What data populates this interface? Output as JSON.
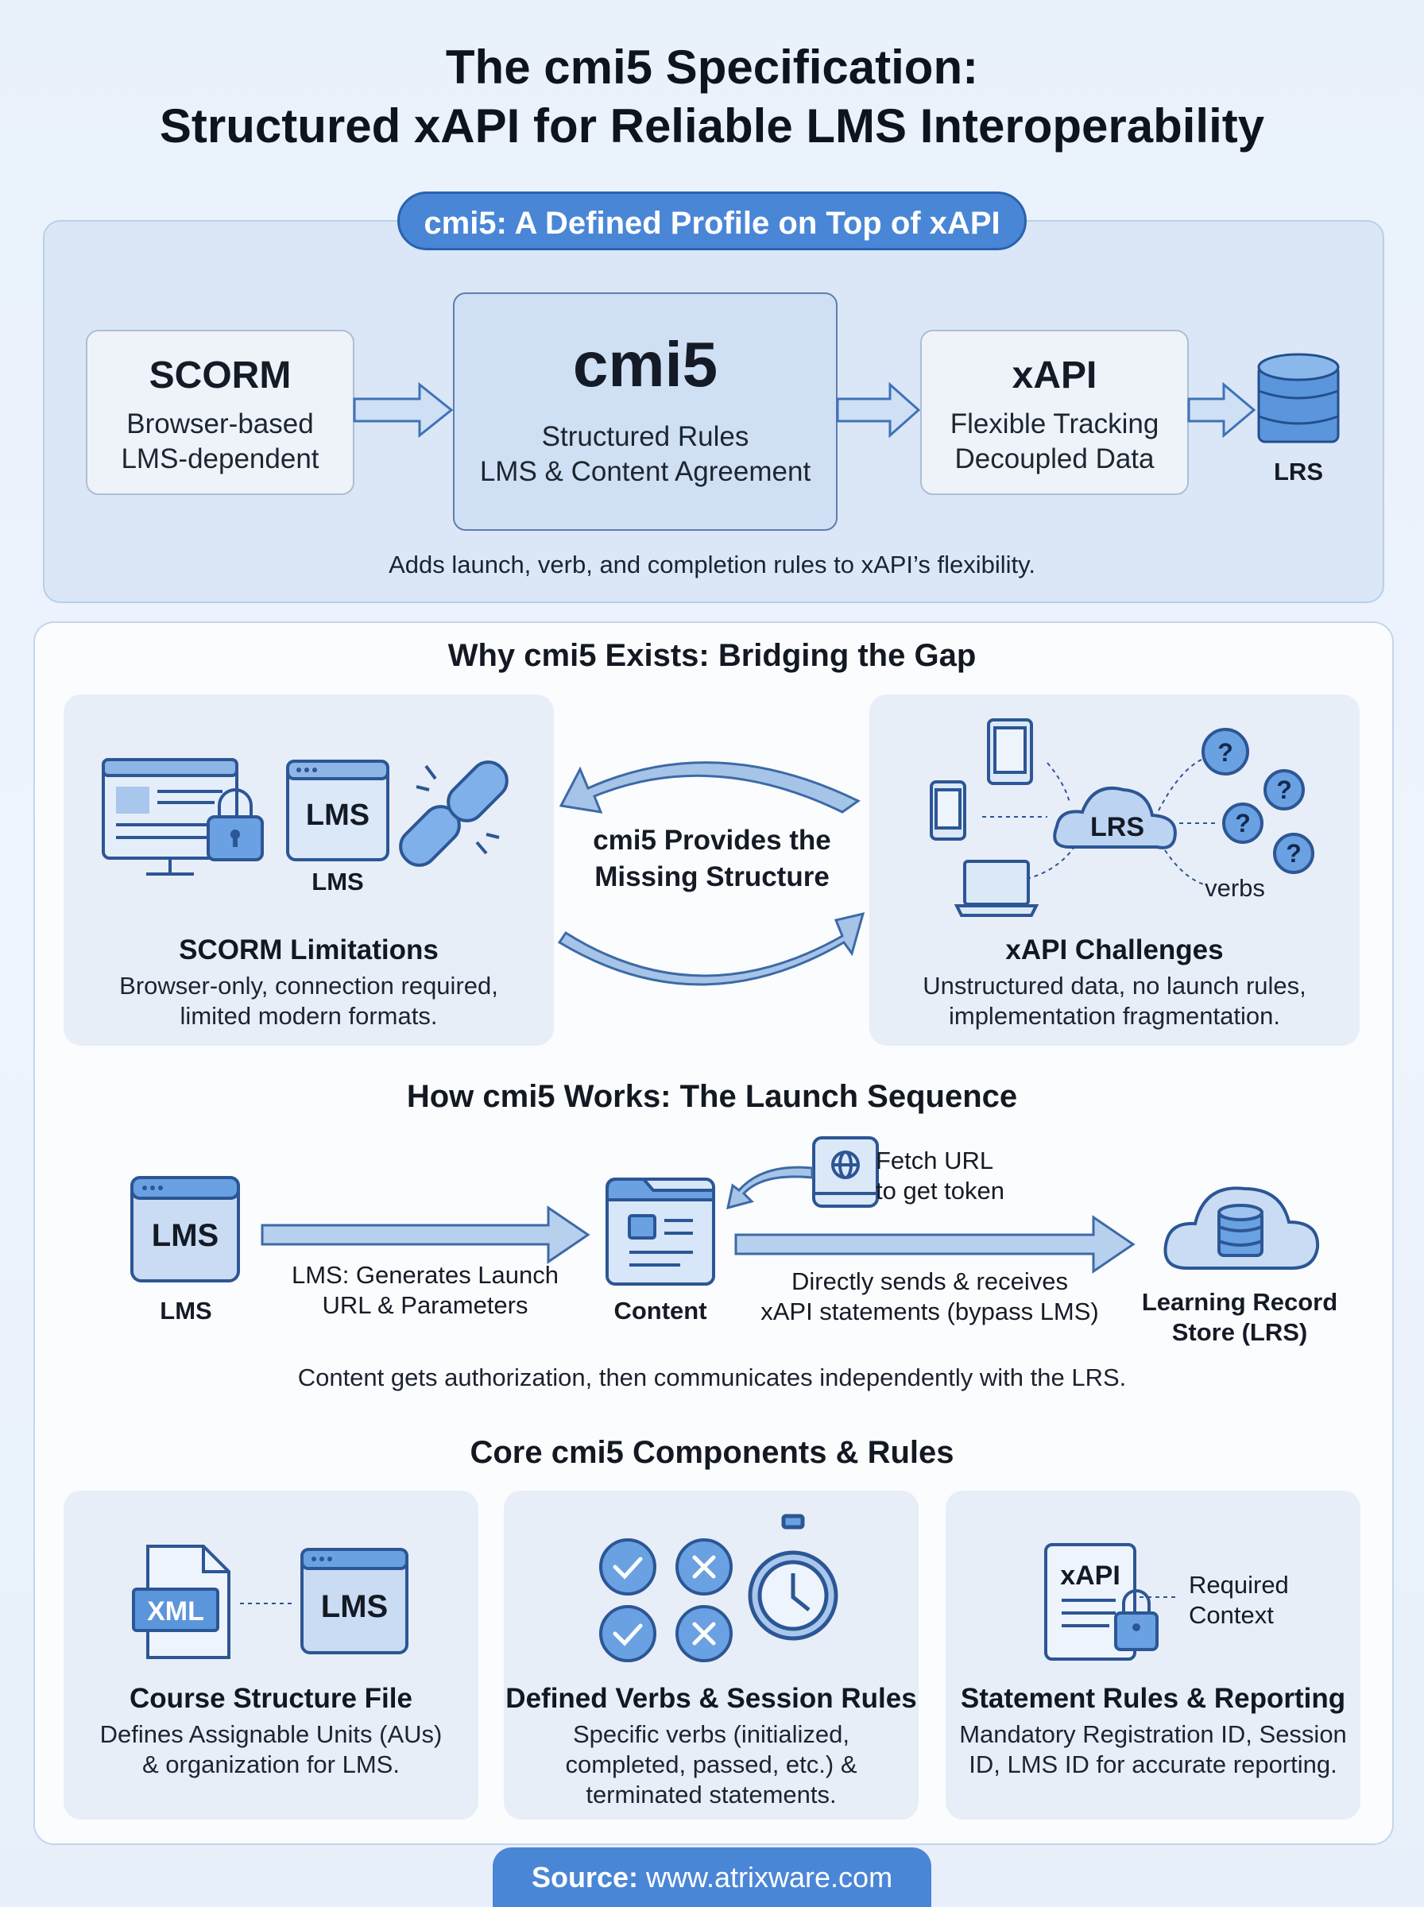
{
  "title": {
    "line1": "The cmi5 Specification:",
    "line2": "Structured xAPI for Reliable LMS Interoperability"
  },
  "profile": {
    "pill": "cmi5: A Defined Profile on Top of xAPI",
    "scorm": {
      "title": "SCORM",
      "line1": "Browser-based",
      "line2": "LMS-dependent"
    },
    "cmi5": {
      "title": "cmi5",
      "line1": "Structured Rules",
      "line2": "LMS & Content Agreement"
    },
    "xapi": {
      "title": "xAPI",
      "line1": "Flexible Tracking",
      "line2": "Decoupled Data"
    },
    "lrs_label": "LRS",
    "caption": "Adds launch, verb, and completion rules to xAPI’s flexibility."
  },
  "why": {
    "heading": "Why cmi5 Exists: Bridging the Gap",
    "scorm_card": {
      "icon_lms": "LMS",
      "icon_lms_caption": "LMS",
      "title": "SCORM Limitations",
      "line1": "Browser-only, connection required,",
      "line2": "limited modern formats."
    },
    "center": {
      "line1": "cmi5 Provides the",
      "line2": "Missing Structure"
    },
    "xapi_card": {
      "cloud_label": "LRS",
      "verbs_label": "verbs",
      "title": "xAPI Challenges",
      "line1": "Unstructured data, no launch rules,",
      "line2": "implementation fragmentation."
    }
  },
  "how": {
    "heading": "How cmi5 Works: The Launch Sequence",
    "lms_icon": "LMS",
    "lms_label": "LMS",
    "arrow1_line1": "LMS: Generates Launch",
    "arrow1_line2": "URL & Parameters",
    "content_label": "Content",
    "fetch_line1": "Fetch URL",
    "fetch_line2": "to get token",
    "arrow2_line1": "Directly sends & receives",
    "arrow2_line2": "xAPI statements (bypass LMS)",
    "lrs_line1": "Learning Record",
    "lrs_line2": "Store (LRS)",
    "caption": "Content gets authorization, then communicates independently with the LRS."
  },
  "core": {
    "heading": "Core cmi5 Components & Rules",
    "cards": [
      {
        "icon_a": "XML",
        "icon_b": "LMS",
        "title": "Course Structure File",
        "line1": "Defines Assignable Units (AUs)",
        "line2": "& organization for LMS.",
        "line3": ""
      },
      {
        "title": "Defined Verbs & Session Rules",
        "line1": "Specific verbs (initialized,",
        "line2": "completed, passed, etc.) &",
        "line3": "terminated statements."
      },
      {
        "icon_a": "xAPI",
        "icon_label1": "Required",
        "icon_label2": "Context",
        "title": "Statement Rules & Reporting",
        "line1": "Mandatory Registration ID, Session",
        "line2": "ID, LMS ID for accurate reporting.",
        "line3": ""
      }
    ]
  },
  "source": {
    "label": "Source:",
    "url": "www.atrixware.com"
  }
}
